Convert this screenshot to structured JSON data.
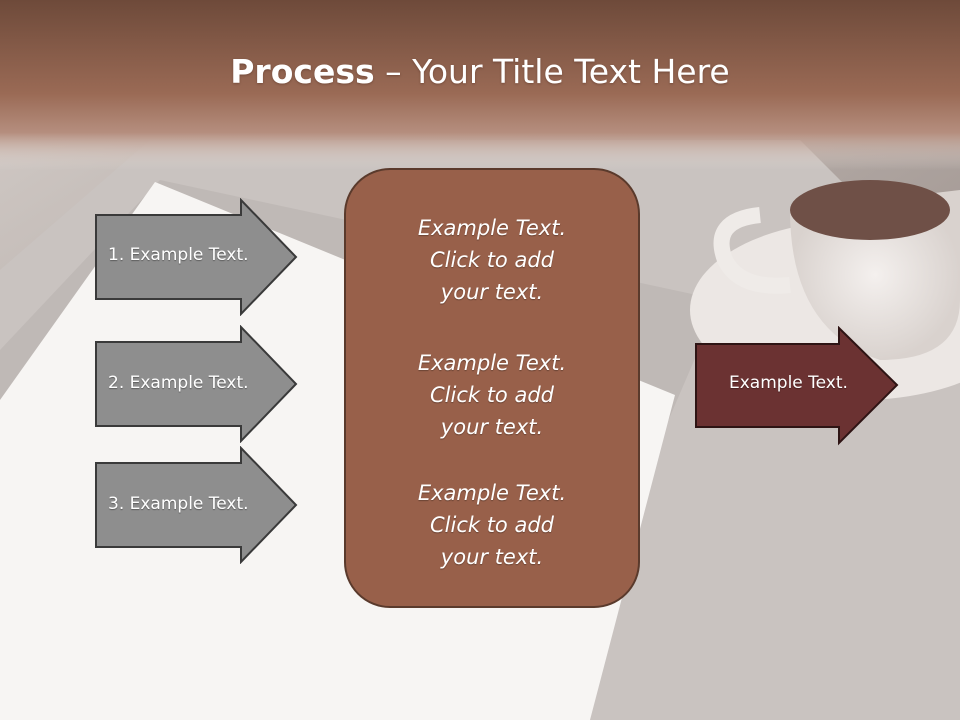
{
  "slide": {
    "title_bold": "Process",
    "title_rest": " – Your Title Text Here"
  },
  "steps": [
    {
      "label": "1. Example Text."
    },
    {
      "label": "2. Example Text."
    },
    {
      "label": "3. Example Text."
    }
  ],
  "center": {
    "items": [
      {
        "line1": "Example Text.",
        "line2": "Click  to add",
        "line3": "your text."
      },
      {
        "line1": "Example Text.",
        "line2": "Click  to add",
        "line3": "your text."
      },
      {
        "line1": "Example Text.",
        "line2": "Click  to add",
        "line3": "your text."
      }
    ]
  },
  "output": {
    "label": "Example Text."
  },
  "colors": {
    "header": "#8f5e4a",
    "step_arrow": "#8e8e8e",
    "center_box": "#98604a",
    "output_arrow": "#6b3232"
  }
}
